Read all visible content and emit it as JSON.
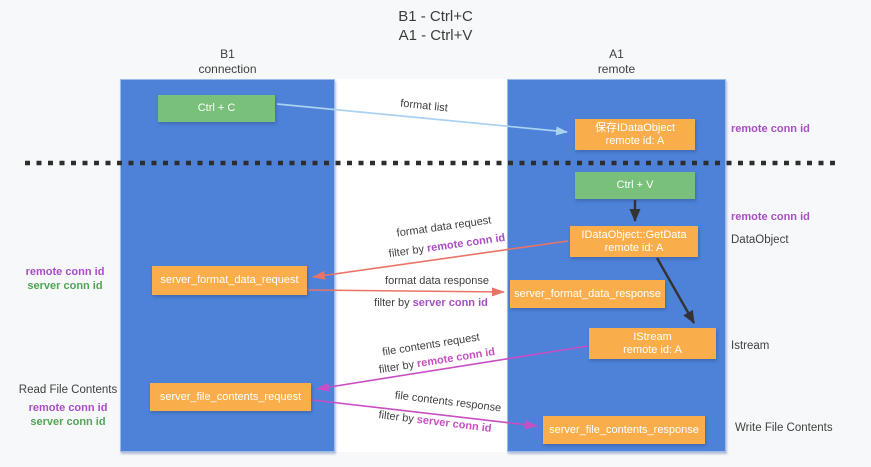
{
  "title": {
    "line1": "B1 - Ctrl+C",
    "line2": "A1 - Ctrl+V"
  },
  "columns": {
    "left": {
      "name": "B1",
      "role": "connection"
    },
    "right": {
      "name": "A1",
      "role": "remote"
    }
  },
  "nodes": {
    "ctrl_c": {
      "label": "Ctrl + C"
    },
    "save_idataobject": {
      "line1": "保存IDataObject",
      "line2": "remote id: A"
    },
    "ctrl_v": {
      "label": "Ctrl + V"
    },
    "getdata": {
      "line1": "IDataObject::GetData",
      "line2": "remote id: A"
    },
    "format_request": {
      "label": "server_format_data_request"
    },
    "format_response": {
      "label": "server_format_data_response"
    },
    "istream": {
      "line1": "IStream",
      "line2": "remote id: A"
    },
    "file_request": {
      "label": "server_file_contents_request"
    },
    "file_response": {
      "label": "server_file_contents_response"
    }
  },
  "edges": {
    "format_list": {
      "label": "format list"
    },
    "format_data_request": {
      "label": "format data request",
      "filter_prefix": "filter by ",
      "filter_key": "remote conn id"
    },
    "format_data_response": {
      "label": "format data response",
      "filter_prefix": "filter by ",
      "filter_key": "server conn id"
    },
    "file_contents_request": {
      "label": "file contents request",
      "filter_prefix": "filter by ",
      "filter_key": "remote conn id"
    },
    "file_contents_response": {
      "label": "file contents response",
      "filter_prefix": "filter by ",
      "filter_key": "server conn id"
    }
  },
  "annotations": {
    "right_remote_conn_top": "remote conn id",
    "right_remote_conn_mid": "remote conn id",
    "dataobject": "DataObject",
    "istream": "Istream",
    "write_file_contents": "Write File Contents",
    "left_remote_conn_top": "remote conn id",
    "left_server_conn_top": "server conn id",
    "read_file_contents": "Read File Contents",
    "left_remote_conn_bottom": "remote conn id",
    "left_server_conn_bottom": "server conn id"
  },
  "colors": {
    "column_blue": "#4d82d8",
    "box_green": "#79c07a",
    "box_orange": "#f9ae4b",
    "arrow_light_blue": "#a9d2f1",
    "arrow_salmon": "#e87468",
    "arrow_magenta": "#c84fc3",
    "arrow_black": "#333333",
    "text_purple": "#a94ec6",
    "text_green": "#53a455"
  }
}
